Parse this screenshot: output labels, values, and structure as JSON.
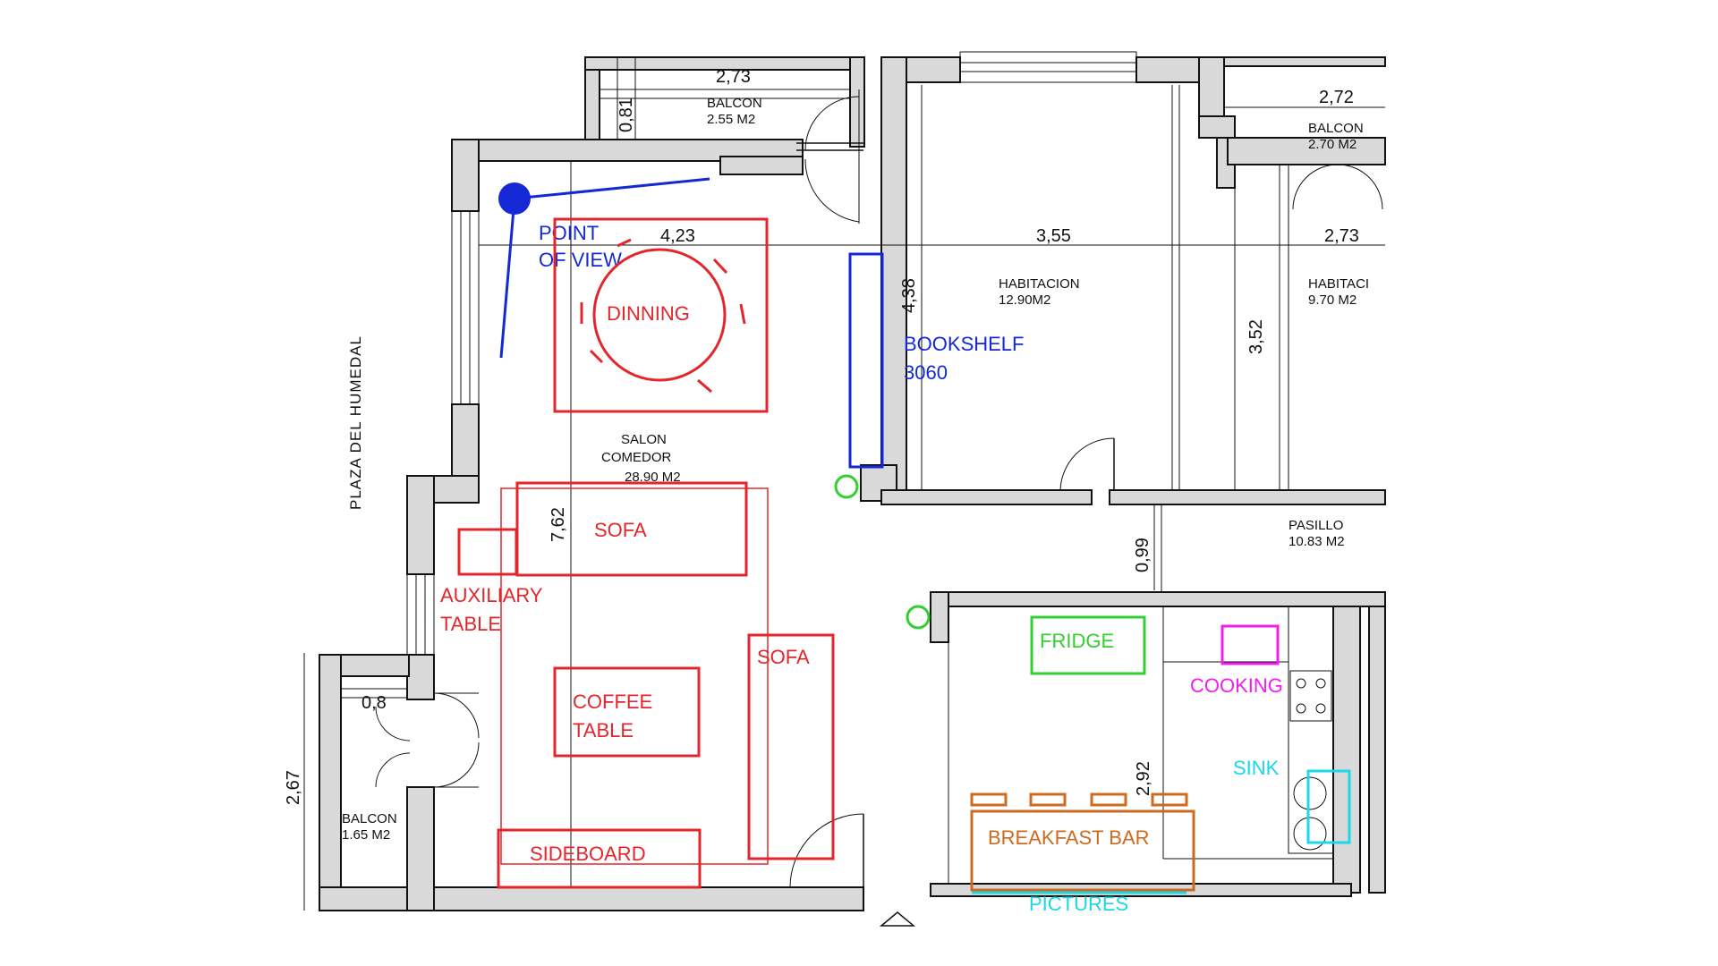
{
  "colors": {
    "red": "#e3262b",
    "blue": "#1428d6",
    "green": "#2fd02f",
    "magenta": "#f01ef0",
    "cyan": "#1ad8e6",
    "orange": "#cc6a1f",
    "wall": "#d9d9d9"
  },
  "street_label": "PLAZA DEL HUMEDAL",
  "dimensions": {
    "d1": "2,73",
    "d2": "0,81",
    "d3": "2,72",
    "d4": "4,23",
    "d5": "3,55",
    "d6": "2,73",
    "d7": "4,38",
    "d8": "3,52",
    "d9": "7,62",
    "d10": "0,99",
    "d11": "0,8",
    "d12": "2,67",
    "d13": "2,92"
  },
  "rooms": {
    "balcon1": {
      "name": "BALCON",
      "area": "2.55 M2"
    },
    "balcon2": {
      "name": "BALCON",
      "area": "2.70 M2"
    },
    "balcon3": {
      "name": "BALCON",
      "area": "1.65 M2"
    },
    "habitacion1": {
      "name": "HABITACION",
      "area": "12.90M2"
    },
    "habitacion2": {
      "name": "HABITACI",
      "area": "9.70 M2"
    },
    "salon": {
      "line1": "SALON",
      "line2": "COMEDOR",
      "area": "28.90 M2"
    },
    "pasillo": {
      "name": "PASILLO",
      "area": "10.83 M2"
    }
  },
  "annotations": {
    "point_of_view": {
      "line1": "POINT",
      "line2": "OF VIEW"
    },
    "dinning": "DINNING",
    "bookshelf": {
      "line1": "BOOKSHELF",
      "line2": "3060"
    },
    "sofa1": "SOFA",
    "sofa2": "SOFA",
    "auxiliary_table": {
      "line1": "AUXILIARY",
      "line2": "TABLE"
    },
    "coffee_table": {
      "line1": "COFFEE",
      "line2": "TABLE"
    },
    "sideboard": "SIDEBOARD",
    "fridge": "FRIDGE",
    "cooking": "COOKING",
    "sink": "SINK",
    "breakfast_bar": "BREAKFAST BAR",
    "pictures": "PICTURES"
  }
}
